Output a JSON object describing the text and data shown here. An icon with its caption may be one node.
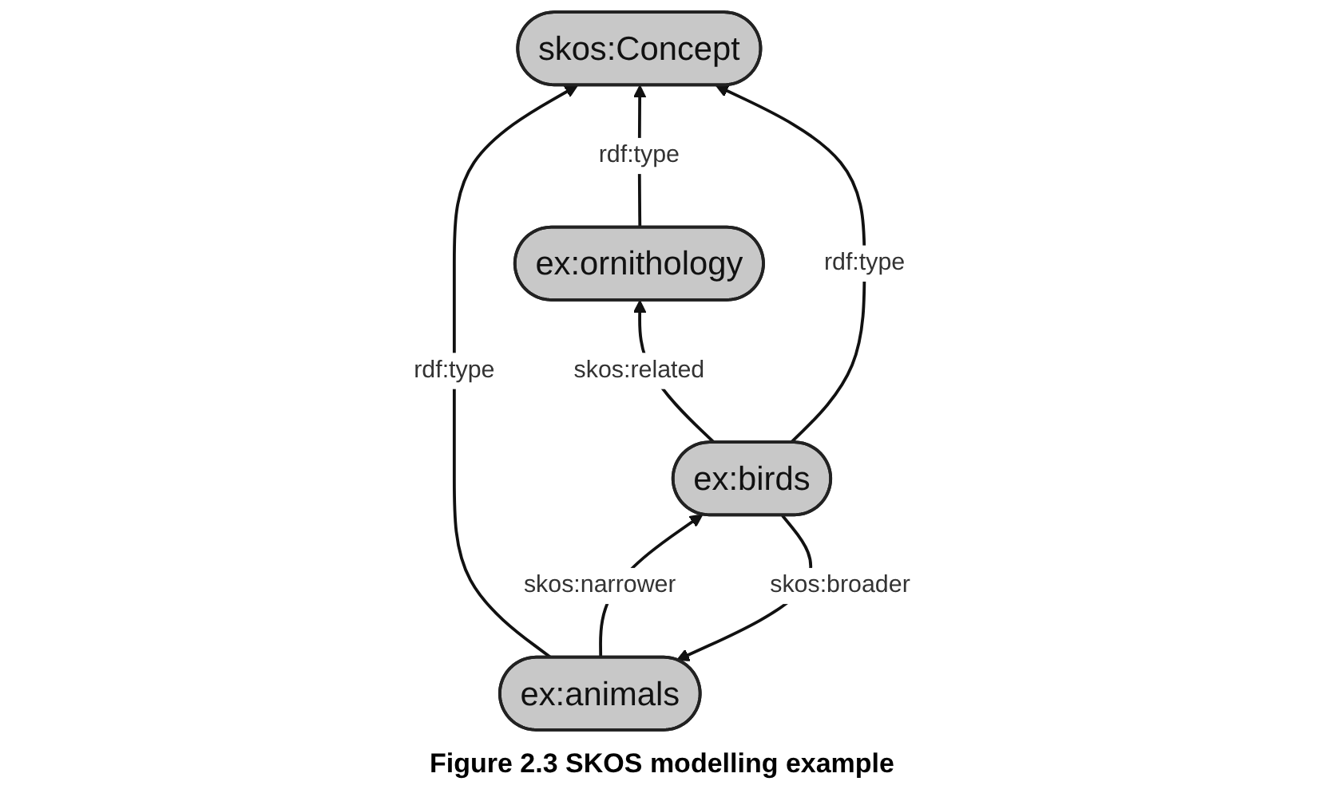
{
  "diagram": {
    "caption": "Figure 2.3 SKOS modelling example",
    "nodes": [
      {
        "text": [
          "skos:Concept"
        ]
      },
      {
        "text": [
          "ex:ornithology"
        ]
      },
      {
        "text": [
          "ex:animals"
        ]
      },
      {
        "text": [
          "ex:birds"
        ]
      }
    ],
    "edges": [
      {
        "from": 1,
        "to": 0,
        "arrow": "to",
        "label": "rdf:type"
      },
      {
        "from": 2,
        "to": 0,
        "arrow": "to",
        "label": "rdf:type"
      },
      {
        "from": 3,
        "to": 1,
        "arrow": "to",
        "label": "skos:related"
      },
      {
        "from": 2,
        "to": 3,
        "arrow": "to",
        "label": "skos:narrower"
      },
      {
        "from": 3,
        "to": 2,
        "arrow": "to",
        "label": "skos:broader"
      },
      {
        "from": 3,
        "to": 0,
        "arrow": "to",
        "label": "rdf:type"
      }
    ]
  }
}
